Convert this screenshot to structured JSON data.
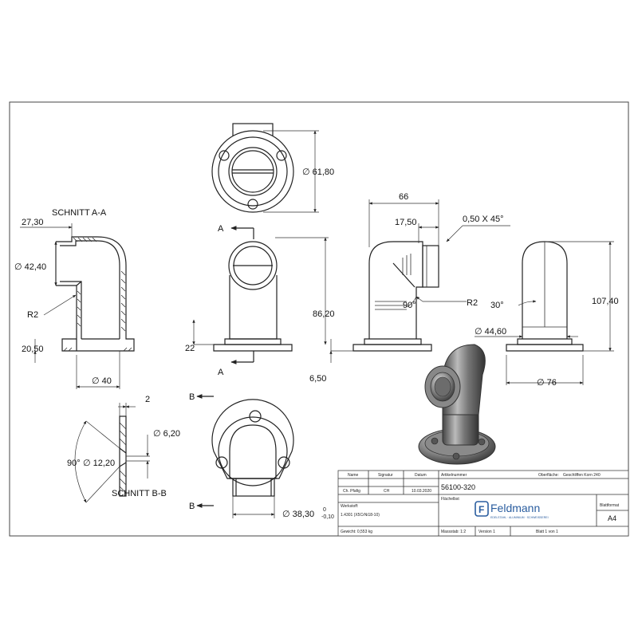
{
  "labels": {
    "schnitt_aa": "SCHNITT A-A",
    "schnitt_bb": "SCHNITT B-B",
    "sec_a_top": "A",
    "sec_a_bottom": "A",
    "sec_b_top": "B",
    "sec_b_bottom": "B"
  },
  "dimensions": {
    "d27_30": "27,30",
    "d42_40": "∅ 42,40",
    "r2_left": "R2",
    "d20_50": "20,50",
    "d40": "∅ 40",
    "d61_80": "∅ 61,80",
    "d86_20": "86,20",
    "d22": "22",
    "d66": "66",
    "d17_50": "17,50",
    "chamfer": "0,50 X 45°",
    "ang90_side": "90°",
    "r2_side": "R2",
    "d44_60": "∅ 44,60",
    "d6_50": "6,50",
    "ang30": "30°",
    "d107_40": "107,40",
    "d76": "∅ 76",
    "d2": "2",
    "d6_20": "∅ 6,20",
    "ang90_bb": "90°",
    "d12_20": "∅ 12,20",
    "d38_30": "∅ 38,30",
    "tol_upper": "0",
    "tol_lower": "-0,10"
  },
  "title_block": {
    "name_hdr": "Name",
    "sig_hdr": "Signatur",
    "date_hdr": "Datum",
    "article_hdr": "Artikelnummer",
    "surface_hdr": "Oberfläche:",
    "surface_val": "Geschliffen Korn 240",
    "name_val": "Ch. Pfafig",
    "sig_val": "CH",
    "date_val": "10.03.2020",
    "article_val": "56100-320",
    "material_hdr": "Werkstoff:",
    "material_val": "1.4301 (X5CrNi18-10)",
    "weight": "Gewicht: 0,553 kg",
    "title_hdr": "Flächelbst",
    "brand": "Feldmann",
    "brand_sub": "EDELSTAHL · ALUMINIUM · SCHWEISSEREI",
    "format_hdr": "Blattformat",
    "format_val": "A4",
    "scale": "Massstab: 1:2",
    "version": "Version 1",
    "sheet": "Blatt 1 von 1"
  },
  "colors": {
    "line": "#222222",
    "brand": "#2a5d9f"
  }
}
